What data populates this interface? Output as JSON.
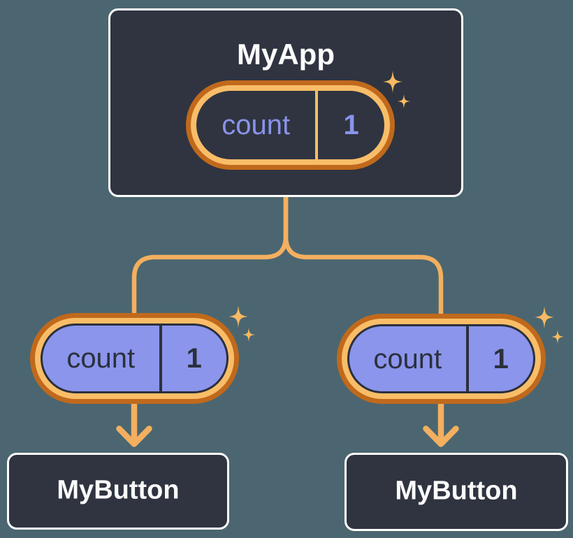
{
  "diagram": {
    "root": {
      "title": "MyApp",
      "state": {
        "name": "count",
        "value": "1"
      }
    },
    "children": [
      {
        "title": "MyButton",
        "prop": {
          "name": "count",
          "value": "1"
        }
      },
      {
        "title": "MyButton",
        "prop": {
          "name": "count",
          "value": "1"
        }
      }
    ]
  },
  "colors": {
    "page_bg": "#4B6670",
    "card_bg": "#2F3440",
    "card_border": "#FFFFFF",
    "ring_outer": "#C0691C",
    "ring_inner": "#F9BD68",
    "pill_purple": "#8B95EC",
    "pill_dark_text": "#2B303C",
    "state_text": "#8A93EA",
    "connector": "#F3AF60",
    "sparkle": "#F7BA62",
    "title_text": "#FBFBFC"
  },
  "icons": {
    "sparkle": "four-point-star"
  }
}
